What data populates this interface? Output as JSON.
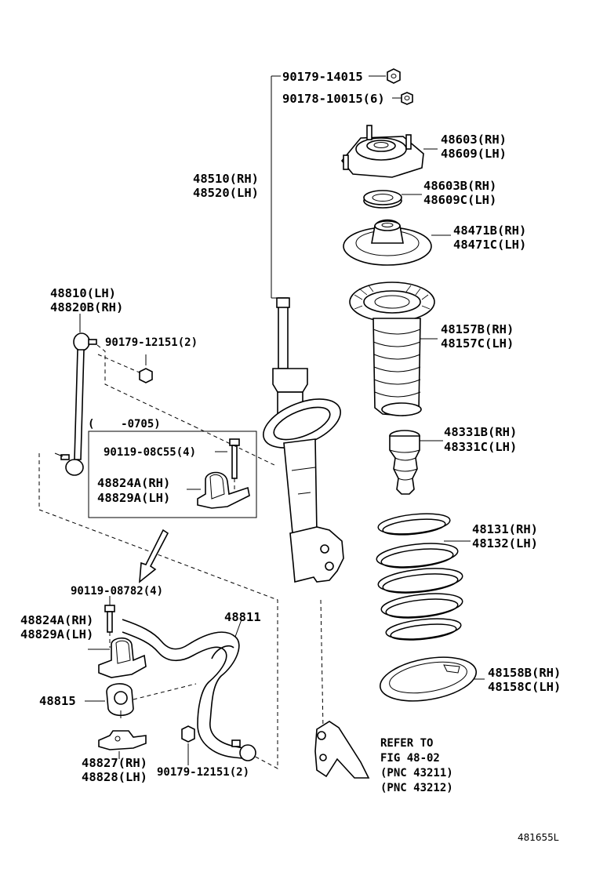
{
  "labels": {
    "nut_14015": "90179-14015",
    "nut_10015": "90178-10015(6)",
    "absorber": [
      "48510(RH)",
      "48520(LH)"
    ],
    "support": [
      "48603(RH)",
      "48609(LH)"
    ],
    "bearing": [
      "48603B(RH)",
      "48609C(LH)"
    ],
    "upper_seat": [
      "48471B(RH)",
      "48471C(LH)"
    ],
    "insulator": [
      "48157B(RH)",
      "48157C(LH)"
    ],
    "bumper": [
      "48331B(RH)",
      "48331C(LH)"
    ],
    "spring": [
      "48131(RH)",
      "48132(LH)"
    ],
    "lower_insulator": [
      "48158B(RH)",
      "48158C(LH)"
    ],
    "link": [
      "48810(LH)",
      "48820B(RH)"
    ],
    "link_nut": "90179-12151(2)",
    "inset_range": "(    -0705)",
    "inset_bolt": "90119-08C55(4)",
    "inset_bushing": [
      "48824A(RH)",
      "48829A(LH)"
    ],
    "bolt_08782": "90119-08782(4)",
    "bracket_bushing": [
      "48824A(RH)",
      "48829A(LH)"
    ],
    "stabilizer_bar": "48811",
    "bushing_48815": "48815",
    "bracket": [
      "48827(RH)",
      "48828(LH)"
    ],
    "bar_nut": "90179-12151(2)",
    "refer": [
      "REFER TO",
      "FIG 48-02",
      "(PNC 43211)",
      "(PNC 43212)"
    ],
    "drawing_code": "481655L"
  }
}
